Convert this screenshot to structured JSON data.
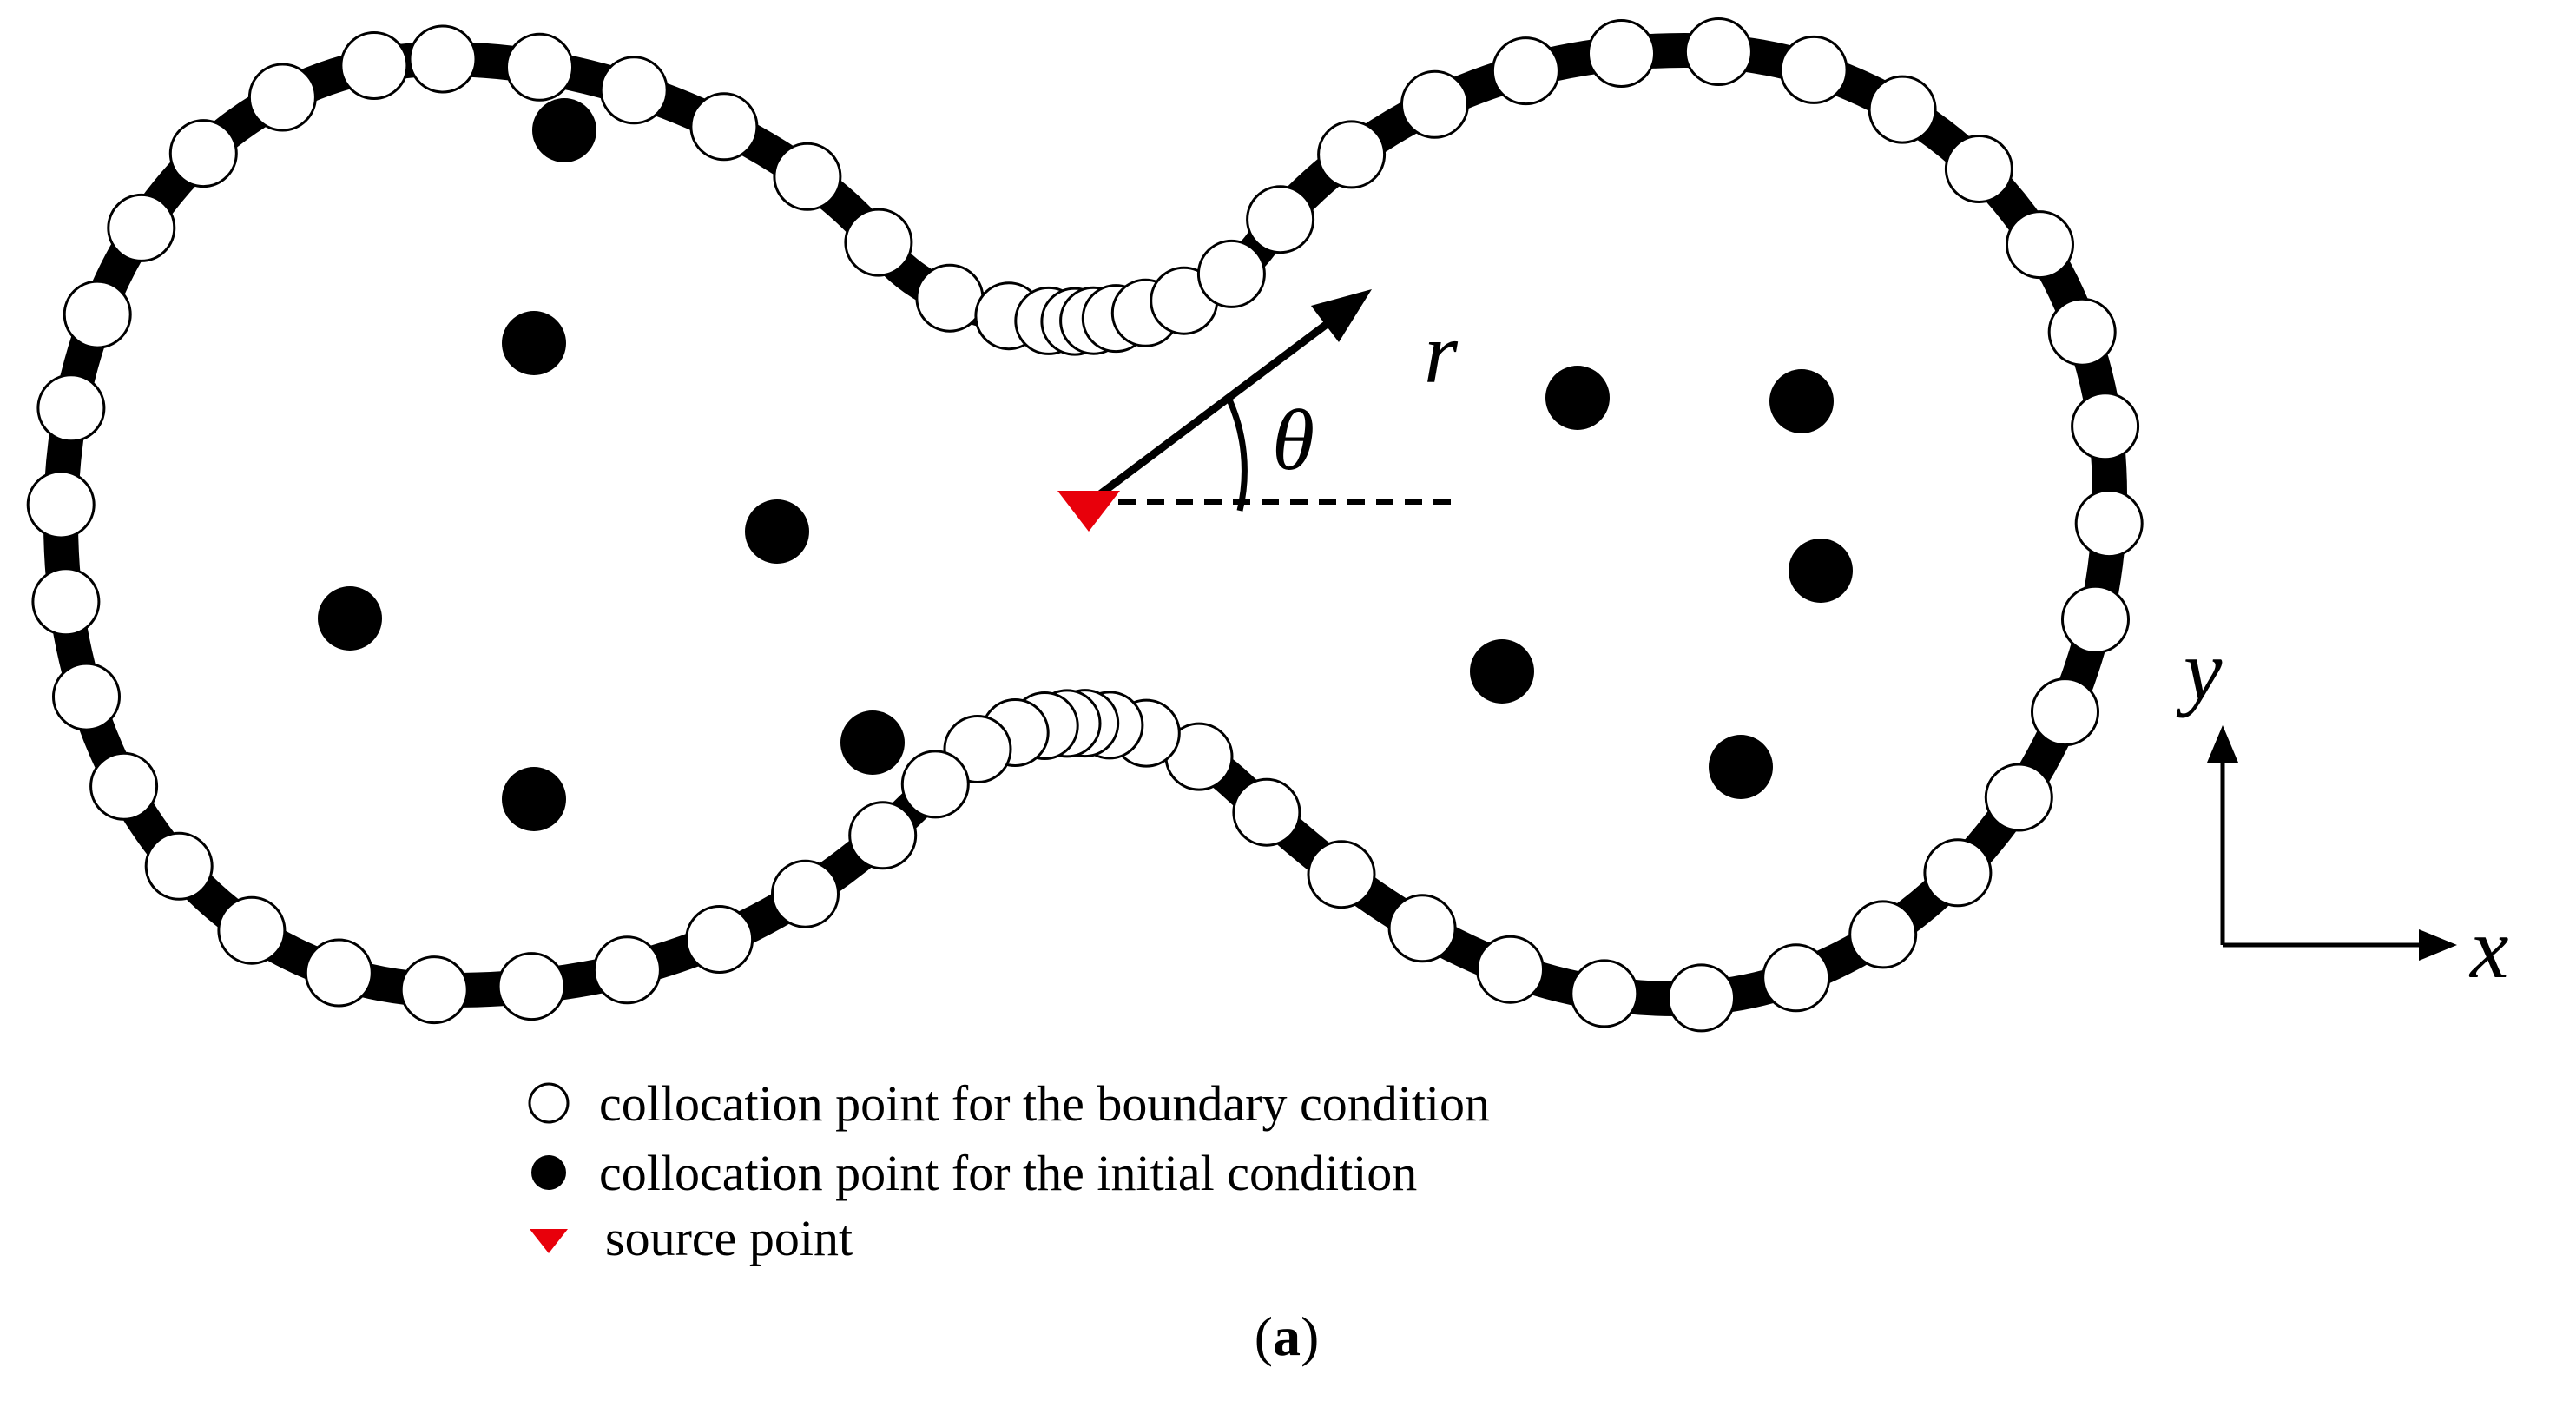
{
  "diagram": {
    "labels": {
      "r": "r",
      "theta": "θ",
      "x": "x",
      "y": "y"
    },
    "legend": [
      {
        "marker": "open-circle",
        "text": "collocation point for the boundary condition"
      },
      {
        "marker": "filled-circle",
        "text": "collocation point for the initial condition"
      },
      {
        "marker": "red-triangle",
        "text": "source point"
      }
    ],
    "caption": {
      "open": "(",
      "letter": "a",
      "close": ")"
    },
    "colors": {
      "boundary": "#000000",
      "open_marker_fill": "#ffffff",
      "filled_marker": "#000000",
      "source": "#e8000b"
    }
  }
}
